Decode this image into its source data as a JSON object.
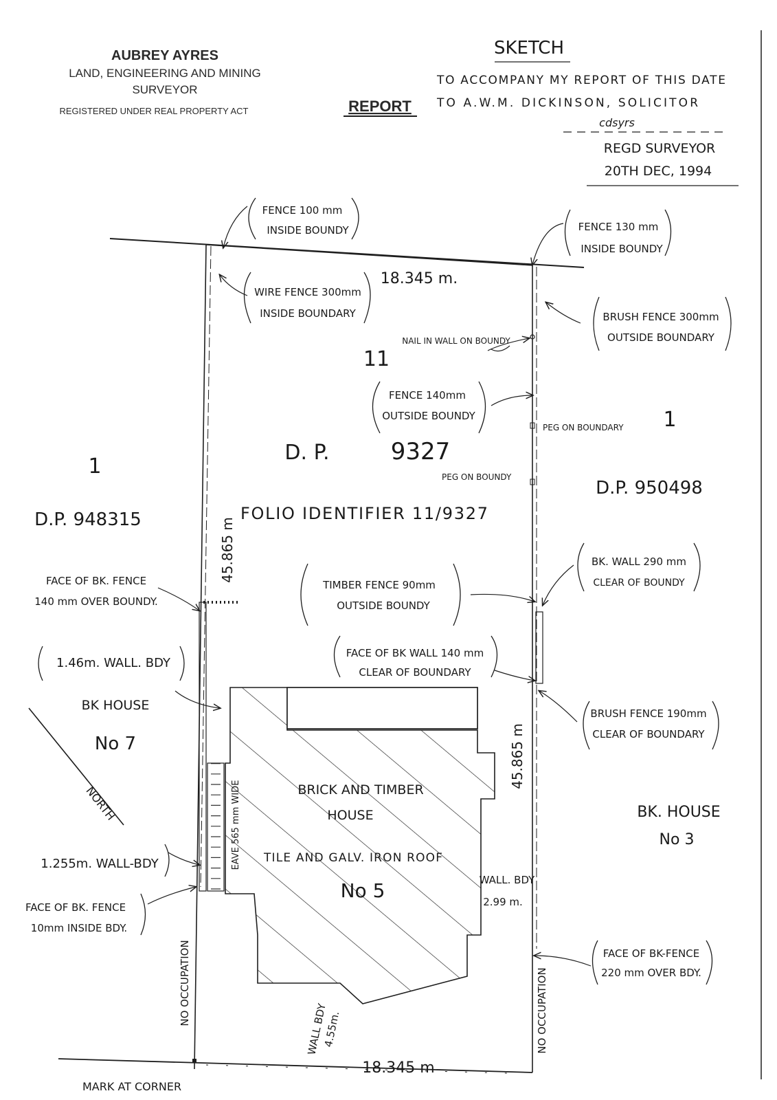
{
  "header": {
    "company": "AUBREY AYRES",
    "profession_line1": "LAND, ENGINEERING AND MINING",
    "profession_line2": "SURVEYOR",
    "registration": "REGISTERED UNDER REAL PROPERTY ACT",
    "report": "REPORT"
  },
  "sketch": {
    "title": "SKETCH",
    "line1": "TO ACCOMPANY MY REPORT OF THIS DATE",
    "line2": "TO A.W.M. DICKINSON, SOLICITOR",
    "signature": "cdsyrs",
    "signer": "REGD SURVEYOR",
    "date": "20TH DEC, 1994"
  },
  "plan": {
    "lot": "11",
    "dp": "D. P.",
    "dp_number": "9327",
    "folio": "FOLIO IDENTIFIER 11/9327",
    "frontage_top": "18.345 m.",
    "frontage_bottom": "18.345 m",
    "depth_left": "45.865 m",
    "depth_right": "45.865 m",
    "north": "NORTH",
    "left_lot": "1",
    "left_dp": "D.P. 948315",
    "right_lot": "1",
    "right_dp": "D.P. 950498",
    "left_house_line1": "BK HOUSE",
    "left_house_line2": "No 7",
    "right_house_line1": "BK. HOUSE",
    "right_house_line2": "No 3",
    "house_line1": "BRICK AND TIMBER",
    "house_line2": "HOUSE",
    "house_roof": "TILE AND GALV. IRON ROOF",
    "house_number": "No 5",
    "eave": "EAVE 565 mm WIDE",
    "no_occupation_left": "NO OCCUPATION",
    "no_occupation_right": "NO OCCUPATION",
    "wall_bdy_bottom_1": "WALL BDY",
    "wall_bdy_bottom_2": "4.55m.",
    "mark_corner": "MARK AT CORNER"
  },
  "notes": {
    "fence_top_left_1": "FENCE 100 mm",
    "fence_top_left_2": "INSIDE BOUNDY",
    "wire_fence_1": "WIRE FENCE 300mm",
    "wire_fence_2": "INSIDE BOUNDARY",
    "fence_top_right_1": "FENCE 130 mm",
    "fence_top_right_2": "INSIDE BOUNDY",
    "brush_fence_top_1": "BRUSH FENCE 300mm",
    "brush_fence_top_2": "OUTSIDE BOUNDARY",
    "nail": "NAIL IN WALL ON BOUNDY",
    "fence_140_1": "FENCE 140mm",
    "fence_140_2": "OUTSIDE BOUNDY",
    "peg_boundary": "PEG ON BOUNDARY",
    "peg_boundy": "PEG ON BOUNDY",
    "face_bk_fence_left_1": "FACE OF BK. FENCE",
    "face_bk_fence_left_2": "140 mm OVER BOUNDY.",
    "timber_fence_1": "TIMBER FENCE 90mm",
    "timber_fence_2": "OUTSIDE BOUNDY",
    "bk_wall_290_1": "BK. WALL 290 mm",
    "bk_wall_290_2": "CLEAR OF BOUNDY",
    "wall_146": "1.46m. WALL. BDY",
    "face_bk_wall_1": "FACE OF BK WALL 140 mm",
    "face_bk_wall_2": "CLEAR OF BOUNDARY",
    "brush_fence_190_1": "BRUSH FENCE 190mm",
    "brush_fence_190_2": "CLEAR OF BOUNDARY",
    "wall_1255": "1.255m. WALL-BDY",
    "face_bk_fence_inside_1": "FACE OF BK. FENCE",
    "face_bk_fence_inside_2": "10mm INSIDE BDY.",
    "wall_bdy_299_1": "WALL. BDY",
    "wall_bdy_299_2": "2.99 m.",
    "face_bk_fence_220_1": "FACE OF BK-FENCE",
    "face_bk_fence_220_2": "220 mm OVER BDY."
  }
}
